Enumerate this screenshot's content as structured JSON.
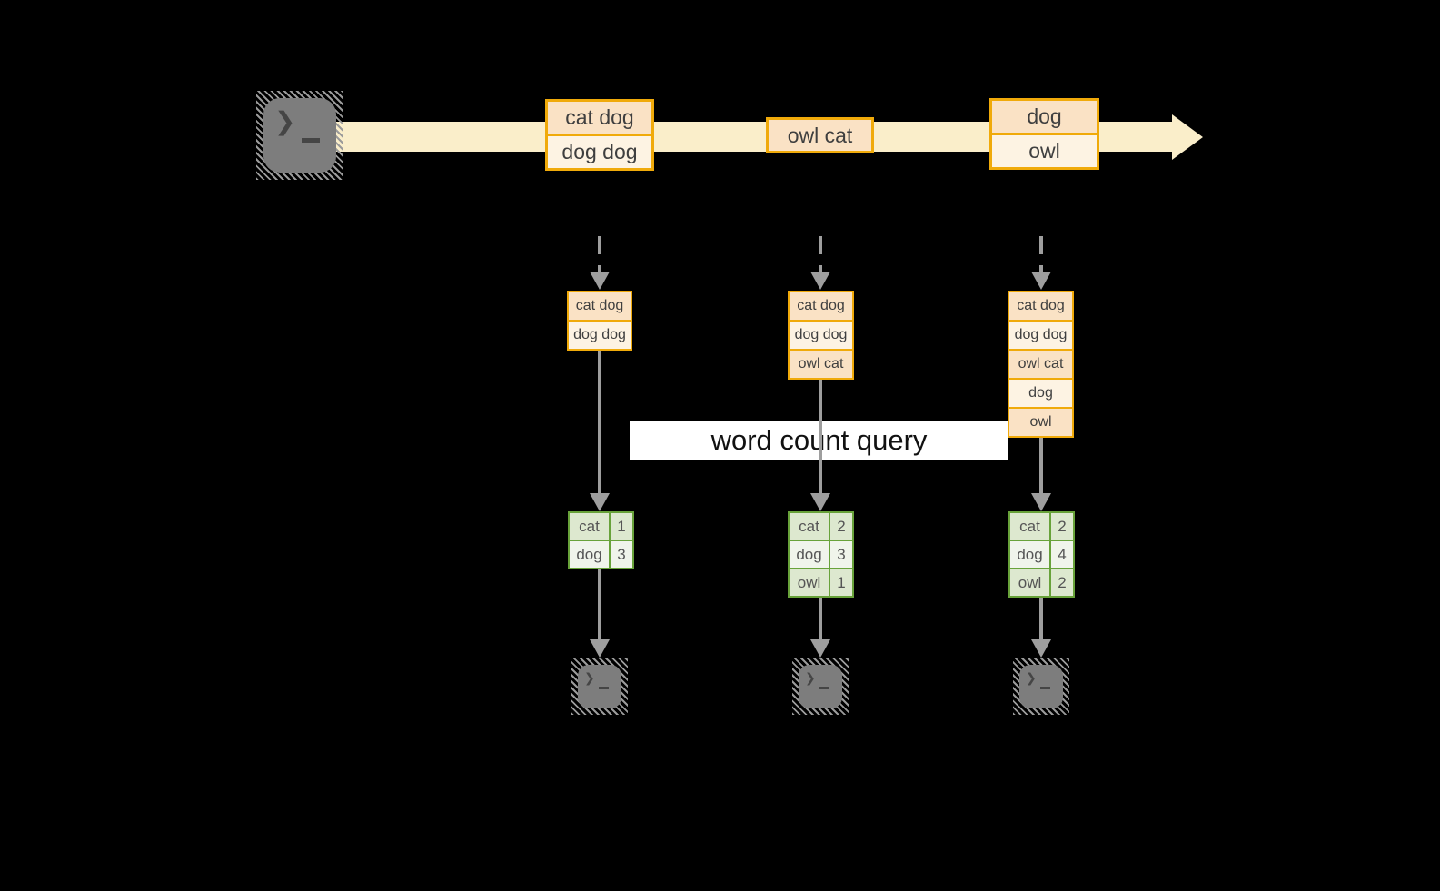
{
  "colors": {
    "background": "#000000",
    "stream_band": "#FAEECA",
    "event_border": "#F0AA0A",
    "event_fill_dark": "#FAE2C5",
    "event_fill_light": "#FDF3E3",
    "table_border": "#68A23A",
    "table_fill_dark": "#DDE8CF",
    "table_fill_light": "#F0F4EB",
    "arrow_gray": "#9E9E9E",
    "terminal_gray": "#7D7D7D",
    "query_label_bg": "#FFFFFF"
  },
  "icons": {
    "prompt": "❯"
  },
  "source": {
    "icon": "terminal-icon"
  },
  "stream_events": [
    {
      "lines": [
        "cat dog",
        "dog dog"
      ]
    },
    {
      "lines": [
        "owl cat"
      ]
    },
    {
      "lines": [
        "dog",
        "owl"
      ]
    }
  ],
  "query_label": "word count query",
  "columns": [
    {
      "buffer": [
        "cat dog",
        "dog dog"
      ],
      "counts": [
        {
          "word": "cat",
          "count": "1"
        },
        {
          "word": "dog",
          "count": "3"
        }
      ],
      "sink_icon": "terminal-icon"
    },
    {
      "buffer": [
        "cat dog",
        "dog dog",
        "owl cat"
      ],
      "counts": [
        {
          "word": "cat",
          "count": "2"
        },
        {
          "word": "dog",
          "count": "3"
        },
        {
          "word": "owl",
          "count": "1"
        }
      ],
      "sink_icon": "terminal-icon"
    },
    {
      "buffer": [
        "cat dog",
        "dog dog",
        "owl cat",
        "dog",
        "owl"
      ],
      "counts": [
        {
          "word": "cat",
          "count": "2"
        },
        {
          "word": "dog",
          "count": "4"
        },
        {
          "word": "owl",
          "count": "2"
        }
      ],
      "sink_icon": "terminal-icon"
    }
  ]
}
